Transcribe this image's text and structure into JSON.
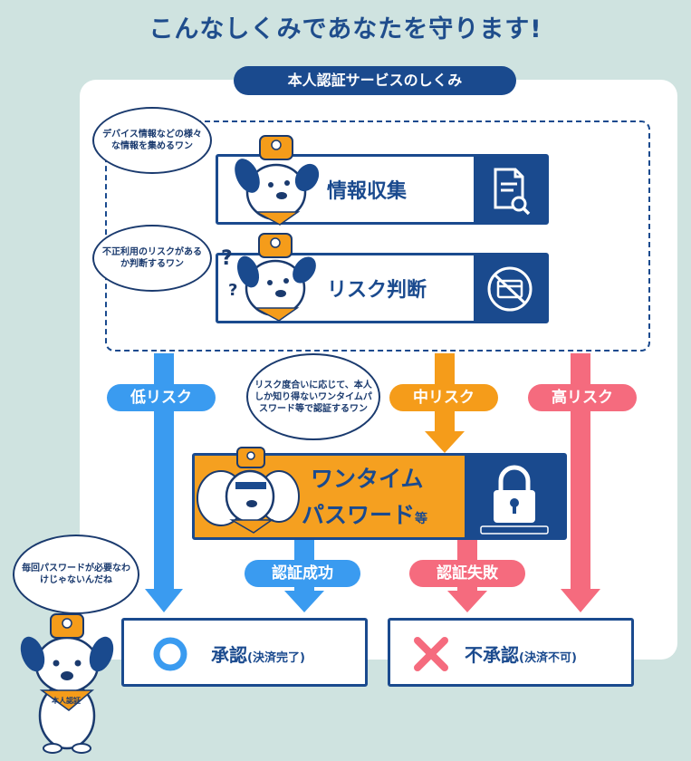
{
  "title": "こんなしくみであなたを守ります!",
  "subtitle": "本人認証サービスのしくみ",
  "bubbles": {
    "collect": "デバイス情報などの様々な情報を集めるワン",
    "judge": "不正利用のリスクがあるか判断するワン",
    "otp": "リスク度合いに応じて、本人しか知り得ないワンタイムパスワード等で認証するワン",
    "dog": "毎回パスワードが必要なわけじゃないんだね"
  },
  "steps": {
    "collect_label": "情報収集",
    "judge_label": "リスク判断"
  },
  "risk": {
    "low": "低リスク",
    "mid": "中リスク",
    "high": "高リスク"
  },
  "otp": {
    "line1": "ワンタイム",
    "line2": "パスワード",
    "suffix": "等"
  },
  "auth": {
    "success": "認証成功",
    "fail": "認証失敗"
  },
  "results": {
    "approve": "承認",
    "approve_note": "(決済完了)",
    "reject": "不承認",
    "reject_note": "(決済不可)"
  },
  "badge_text": "本人認証",
  "colors": {
    "navy": "#1a4a8e",
    "low": "#3a9bf0",
    "mid": "#f59c1a",
    "high": "#f56b7e",
    "otp_fill": "#f5a020"
  }
}
